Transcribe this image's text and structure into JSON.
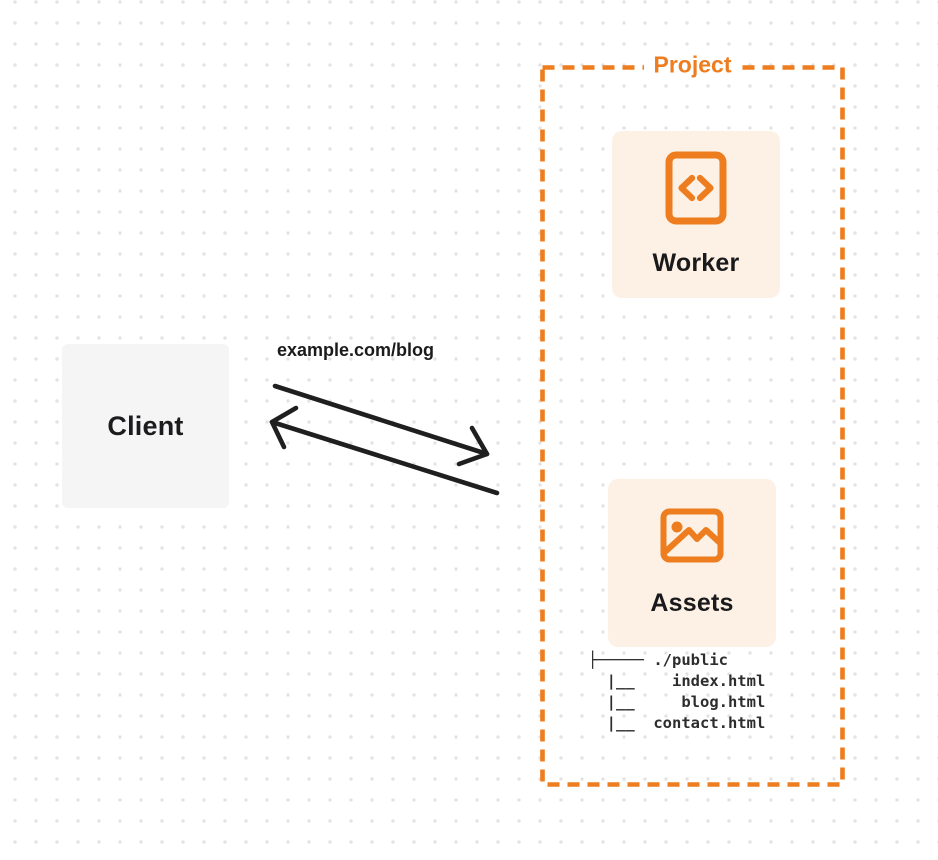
{
  "diagram": {
    "colors": {
      "accent_orange": "#ED7D1F",
      "card_background": "#FCF1E4",
      "client_background": "#F5F5F6",
      "arrow": "#1F1F1F",
      "dot_grid": "#E3E2E5"
    },
    "client": {
      "label": "Client"
    },
    "request": {
      "label": "example.com/blog"
    },
    "arrows": {
      "to_project": "arrow-pointing-right-down",
      "to_client": "arrow-pointing-left-up"
    },
    "project": {
      "label": "Project",
      "worker": {
        "label": "Worker",
        "icon": "code-file-icon"
      },
      "assets": {
        "label": "Assets",
        "icon": "image-icon",
        "file_tree": "├───── ./public\n  |__    index.html\n  |__     blog.html\n  |__  contact.html"
      }
    }
  }
}
